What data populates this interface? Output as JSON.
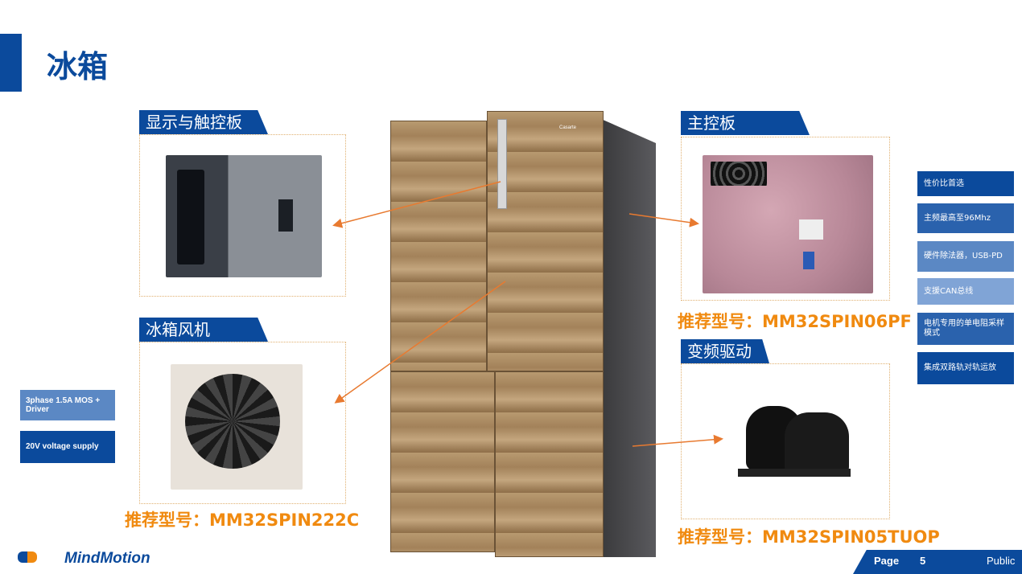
{
  "title": "冰箱",
  "sections": {
    "display": {
      "label": "显示与触控板"
    },
    "fan": {
      "label": "冰箱风机",
      "recommend": "推荐型号：MM32SPIN222C"
    },
    "main": {
      "label": "主控板",
      "recommend": "推荐型号：MM32SPIN06PF"
    },
    "inverter": {
      "label": "变频驱动",
      "recommend": "推荐型号：MM32SPIN05TUOP"
    }
  },
  "features": [
    "性价比首选",
    "主频最高至96Mhz",
    "硬件除法器，USB-PD",
    "支援CAN总线",
    "电机专用的单电阻采样模式",
    "集成双路轨对轨运放"
  ],
  "left_boxes": [
    "3phase 1.5A MOS + Driver",
    "20V voltage supply"
  ],
  "brand": {
    "name": "MindMotion",
    "logo_text": "MindMotion"
  },
  "fridge_brand": "Casarte",
  "footer": {
    "page_label": "Page",
    "page_number": "5",
    "classification": "Public"
  },
  "colors": {
    "primary": "#0b4a9c",
    "accent": "#f08a10"
  }
}
